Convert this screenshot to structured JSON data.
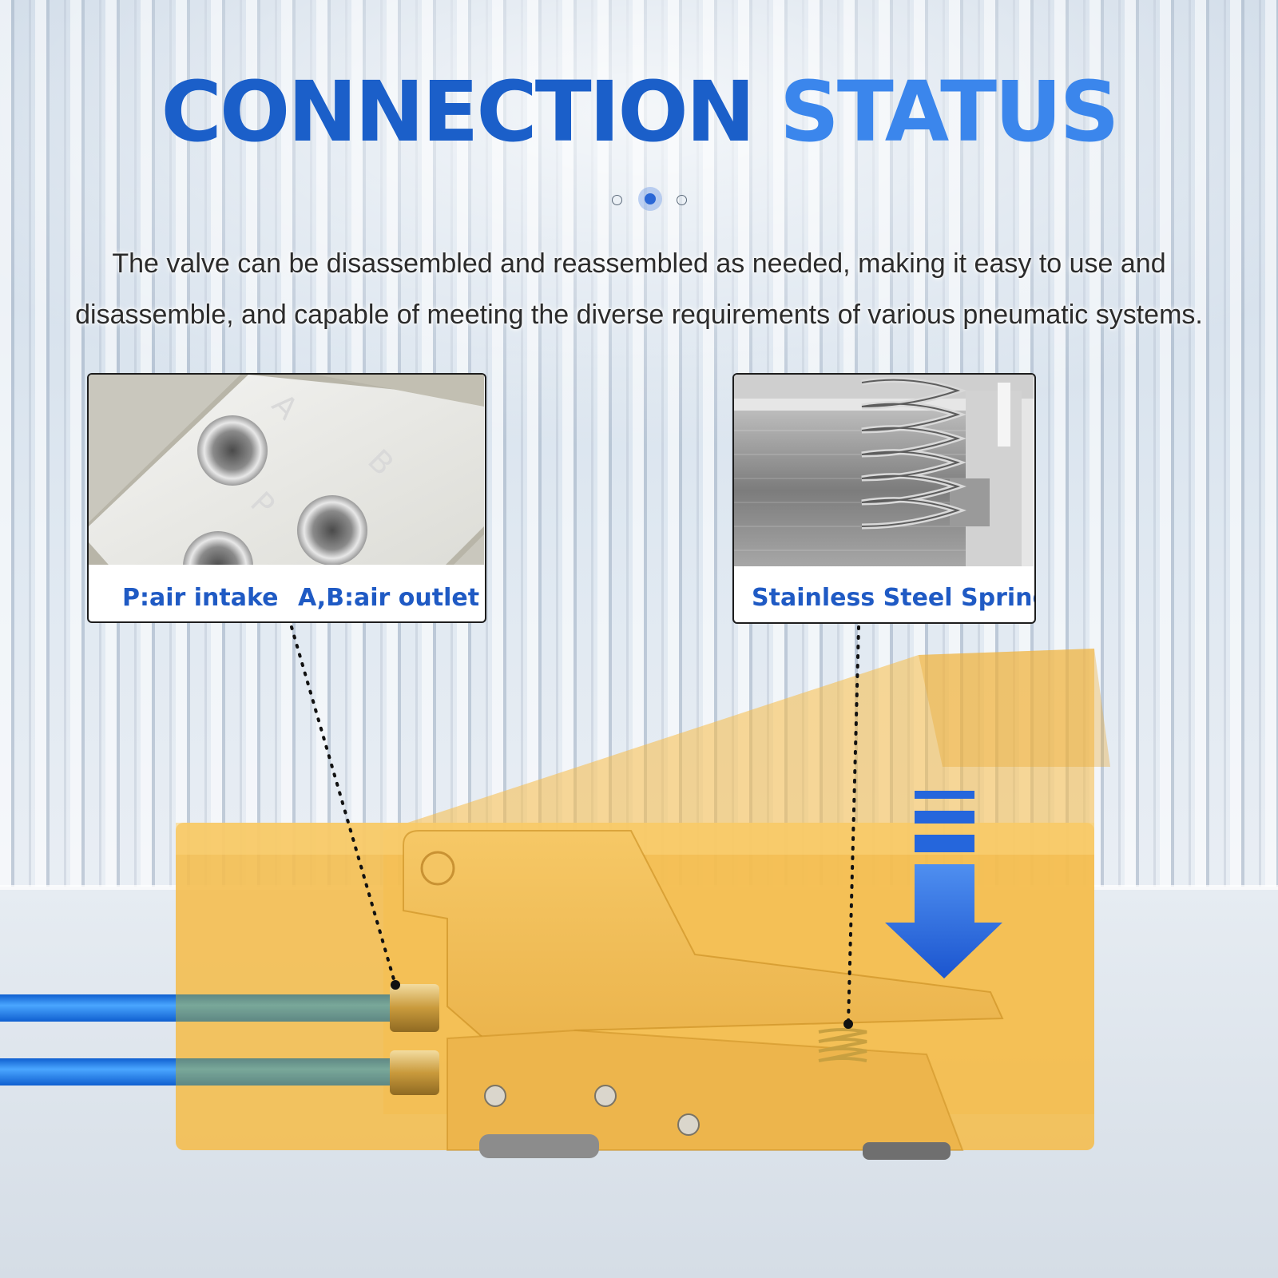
{
  "title": {
    "word1": "CONNECTION",
    "word2": "STATUS"
  },
  "carousel": {
    "active_index": 2,
    "count": 3
  },
  "description": {
    "line1": "The valve can be disassembled and reassembled as needed, making it easy to use and",
    "line2": "disassemble, and capable of meeting the diverse requirements of various pneumatic systems."
  },
  "callouts": {
    "ports": {
      "port_letters": [
        "A",
        "B",
        "P"
      ],
      "caption_intake": "P:air intake",
      "caption_outlet": "A,B:air outlet"
    },
    "spring": {
      "caption": "Stainless Steel Spring"
    }
  },
  "colors": {
    "title_primary": "#1b5fc9",
    "title_secondary": "#3b86ec",
    "caption": "#1f5ac4",
    "valve_body": "#f2be55",
    "hose": "#1f7de6",
    "arrow": "#2566dc"
  },
  "icons": [
    "down-arrow-icon",
    "carousel-dot-icon"
  ]
}
